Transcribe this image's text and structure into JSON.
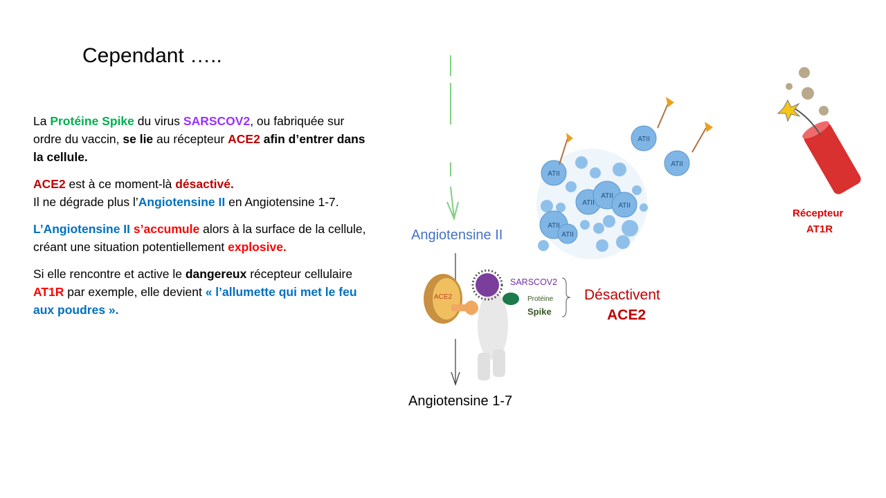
{
  "title": "Cependant …..",
  "paragraphs": {
    "p1": [
      "La ",
      "Protéine Spike",
      " du virus ",
      "SARSCOV2",
      ", ou fabriquée sur ordre du vaccin, ",
      "se lie",
      " au récepteur ",
      "ACE2",
      " afin d’entrer dans la cellule."
    ],
    "p2": [
      "ACE2",
      " est à ce moment-là ",
      "désactivé."
    ],
    "p2b": [
      "Il ne dégrade plus l’",
      "Angiotensine II",
      " en Angiotensine 1-7."
    ],
    "p3": [
      "L’Angiotensine II",
      " ",
      "s’accumule",
      " alors à la surface de la cellule, créant une situation potentiellement ",
      "explosive."
    ],
    "p4": [
      "Si elle rencontre et active le ",
      "dangereux",
      " récepteur cellulaire ",
      "AT1R",
      " par exemple, elle devient ",
      "« l’allumette qui met le feu aux poudres »."
    ]
  },
  "diagram": {
    "angiotensine_ii": "Angiotensine II",
    "angiotensine_17": "Angiotensine 1-7",
    "sarscov2": "SARSCOV2",
    "proteine": "Protéine",
    "spike": "Spike",
    "desactivent": "Désactivent",
    "ace2": "ACE2",
    "ace2_lock": "ACE2",
    "recepteur": "Récepteur",
    "at1r": "AT1R",
    "bubble_label": "ATII"
  },
  "colors": {
    "green": "#00b050",
    "purple": "#9933ff",
    "darkred": "#c00000",
    "red": "#ff0000",
    "blue": "#0070c0"
  }
}
